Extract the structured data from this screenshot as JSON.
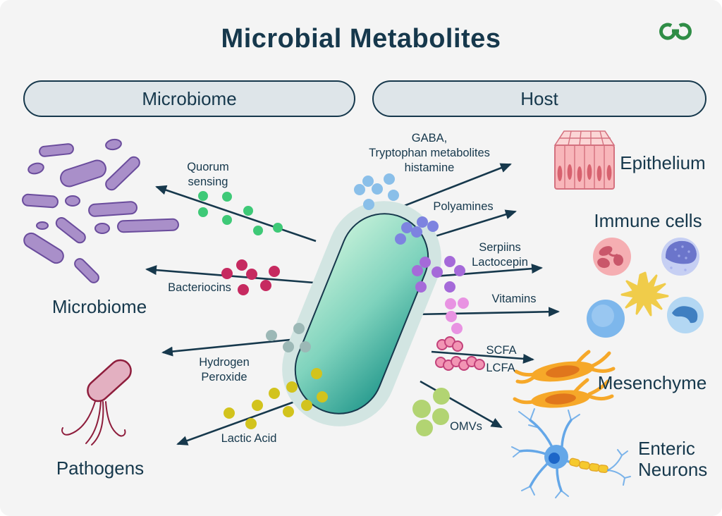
{
  "title": "Microbial Metabolites",
  "headers": {
    "microbiome": "Microbiome",
    "host": "Host"
  },
  "sources": {
    "microbiome_caption": "Microbiome",
    "pathogens_caption": "Pathogens"
  },
  "targets": {
    "epithelium": "Epithelium",
    "immune_cells": "Immune cells",
    "mesenchyme": "Mesenchyme",
    "enteric_neurons": "Enteric\nNeurons"
  },
  "metabolites": {
    "quorum_sensing": "Quorum\nsensing",
    "bacteriocins": "Bacteriocins",
    "hydrogen_peroxide": "Hydrogen\nPeroxide",
    "lactic_acid": "Lactic Acid",
    "gaba_tryptophan_histamine": "GABA,\nTryptophan metabolites\nhistamine",
    "polyamines": "Polyamines",
    "serpiins_lactocepin": "Serpiins\nLactocepin",
    "vitamins": "Vitamins",
    "scfa": "SCFA",
    "lcfa": "LCFA",
    "omvs": "OMVs"
  },
  "colors": {
    "background": "#f4f4f4",
    "ink": "#16384c",
    "pill_bg": "#dee5e9",
    "logo_green": "#2f8d46",
    "capsule_halo": "#d2e5e2",
    "capsule_mint": "#c8f2da",
    "capsule_teal": "#1d9489",
    "quorum_dot": "#3ec977",
    "bacteriocin_dot": "#c62a60",
    "peroxide_dot": "#9cb8b6",
    "lactic_dot": "#d2c31d",
    "gaba_dot": "#8abfe9",
    "polyamine_dot": "#7d83e0",
    "serpiin_dot": "#a56ad9",
    "vitamin_dot": "#e893e2",
    "scfa_fill": "#f295b4",
    "scfa_stroke": "#c2417a",
    "omv_dot": "#b2d472",
    "microbe_purple": "#a98fc9",
    "microbe_purple_stroke": "#6a4c9c",
    "pathogen_fill": "#e3b0c1",
    "pathogen_stroke": "#8e1d3c",
    "epithelium_fill": "#f8b6ba",
    "epithelium_top": "#fbd6d6",
    "epithelium_stroke": "#d4717f",
    "epithelium_nucleus": "#d7626f",
    "neutrophil_fill": "#f5aeb2",
    "neutrophil_nucleus": "#c9576a",
    "lymphocyte_fill": "#c6cff3",
    "lymphocyte_nucleus": "#6b75cb",
    "dendritic_fill": "#f0cc4a",
    "bluecell_fill": "#7db7ec",
    "monocyte_fill": "#b3d7f3",
    "monocyte_nucleus": "#3f7fc1",
    "mesenchyme_fill": "#f6a829",
    "mesenchyme_nucleus": "#e0761c",
    "neuron_fill": "#64a7e8",
    "neuron_nucleus": "#1d66c8",
    "myelin_fill": "#f5c92e"
  }
}
